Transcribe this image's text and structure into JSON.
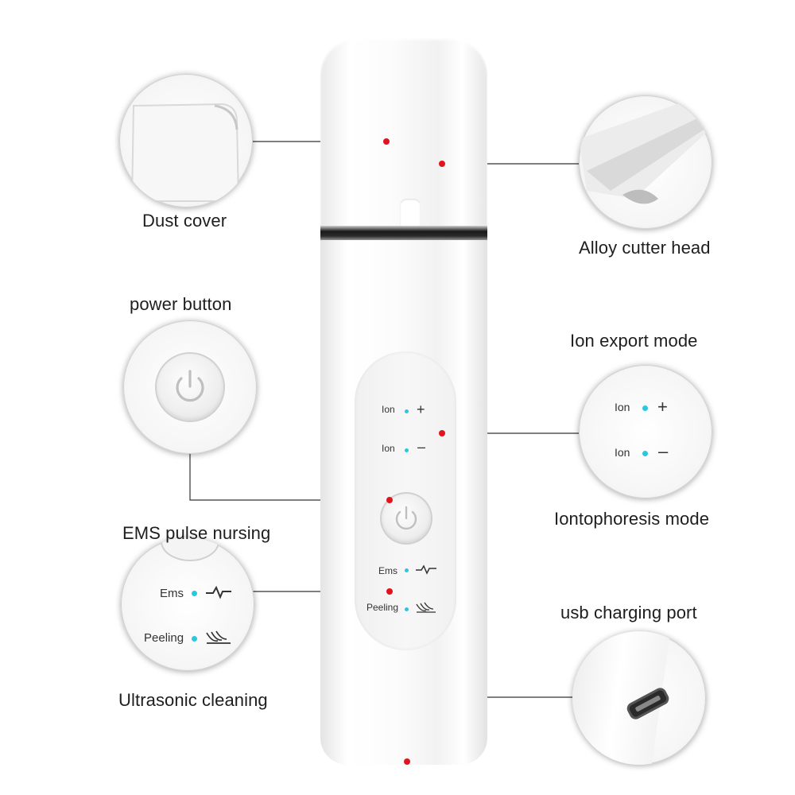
{
  "labels": {
    "dust_cover": "Dust cover",
    "alloy_cutter_head": "Alloy cutter head",
    "power_button": "power button",
    "ion_export_mode": "Ion export mode",
    "iontophoresis_mode": "Iontophoresis mode",
    "ems_pulse_nursing": "EMS pulse nursing",
    "ultrasonic_cleaning": "Ultrasonic cleaning",
    "usb_charging_port": "usb charging port"
  },
  "device_panel": {
    "ion_plus_label": "Ion",
    "ion_plus_symbol": "+",
    "ion_minus_label": "Ion",
    "ion_minus_symbol": "–",
    "ems_label": "Ems",
    "peeling_label": "Peeling"
  },
  "icons": {
    "power": "power-icon",
    "ems": "pulse-wave-icon",
    "peeling": "ultrasonic-wave-icon"
  },
  "colors": {
    "indicator": "#29c7e0",
    "callout_dot": "#e0141e",
    "leader_line": "#333333"
  }
}
